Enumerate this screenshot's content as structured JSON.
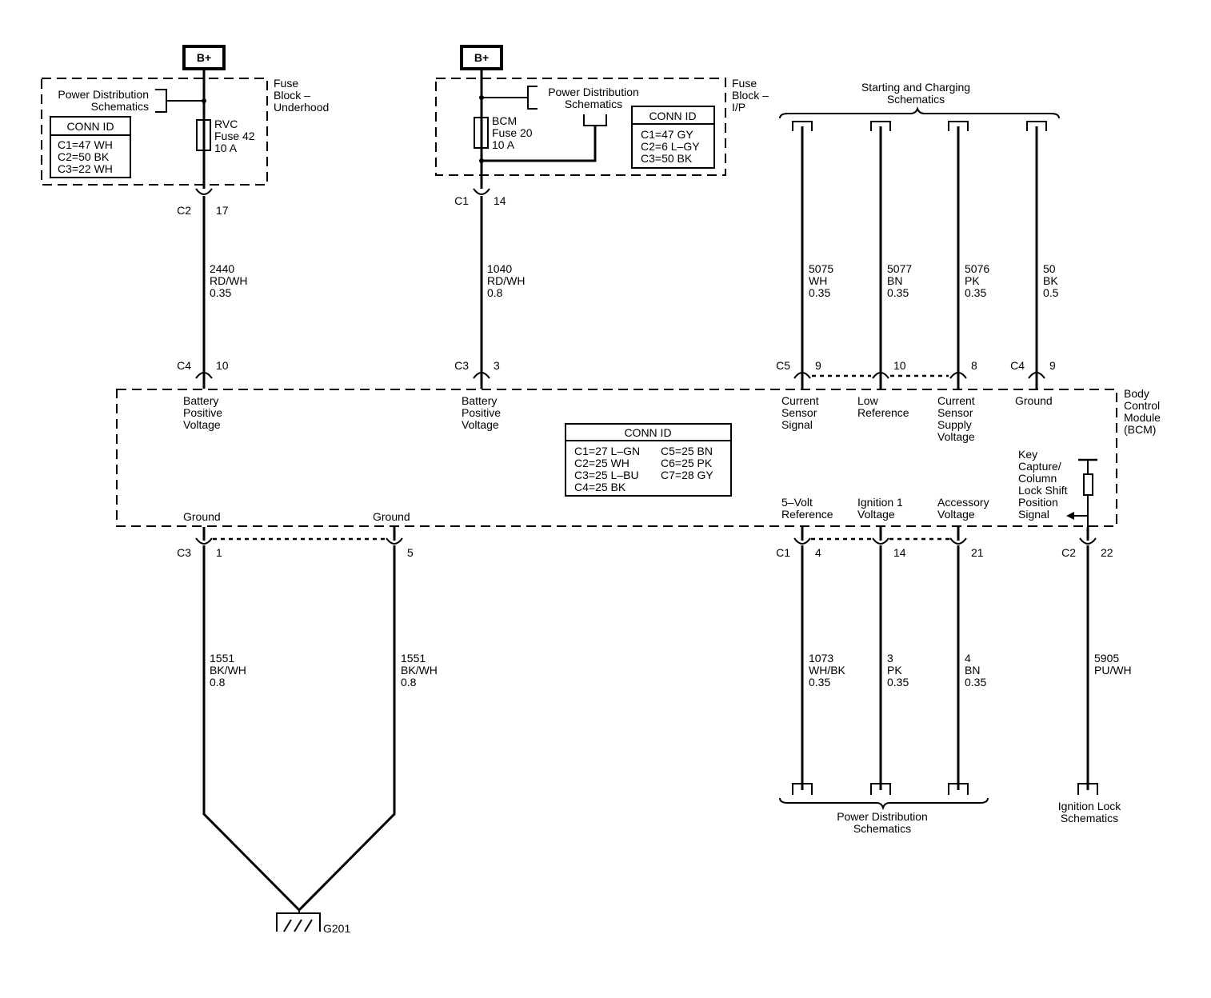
{
  "bplus": "B+",
  "fuse_block_underhood": {
    "label": [
      "Fuse",
      "Block –",
      "Underhood"
    ],
    "pd_schematics": [
      "Power Distribution",
      "Schematics"
    ],
    "conn_id_title": "CONN ID",
    "conn_ids": [
      "C1=47 WH",
      "C2=50 BK",
      "C3=22 WH"
    ],
    "fuse": [
      "RVC",
      "Fuse 42",
      "10 A"
    ]
  },
  "fuse_block_ip": {
    "label": [
      "Fuse",
      "Block –",
      "I/P"
    ],
    "pd_schematics": [
      "Power Distribution",
      "Schematics"
    ],
    "conn_id_title": "CONN ID",
    "conn_ids": [
      "C1=47 GY",
      "C2=6 L–GY",
      "C3=50 BK"
    ],
    "fuse": [
      "BCM",
      "Fuse 20",
      "10 A"
    ]
  },
  "starting_charging": [
    "Starting and Charging",
    "Schematics"
  ],
  "power_distribution_bottom": [
    "Power Distribution",
    "Schematics"
  ],
  "ignition_lock": [
    "Ignition Lock",
    "Schematics"
  ],
  "bcm": {
    "label": [
      "Body",
      "Control",
      "Module",
      "(BCM)"
    ],
    "conn_id_title": "CONN ID",
    "conn_ids_left": [
      "C1=27 L–GN",
      "C2=25 WH",
      "C3=25 L–BU",
      "C4=25 BK"
    ],
    "conn_ids_right": [
      "C5=25 BN",
      "C6=25 PK",
      "C7=28 GY"
    ],
    "pins_top": [
      {
        "name": [
          "Battery",
          "Positive",
          "Voltage"
        ]
      },
      {
        "name": [
          "Battery",
          "Positive",
          "Voltage"
        ]
      },
      {
        "name": [
          "Current",
          "Sensor",
          "Signal"
        ]
      },
      {
        "name": [
          "Low",
          "Reference"
        ]
      },
      {
        "name": [
          "Current",
          "Sensor",
          "Supply",
          "Voltage"
        ]
      },
      {
        "name": [
          "Ground"
        ]
      }
    ],
    "pins_bottom": [
      {
        "name": [
          "Ground"
        ]
      },
      {
        "name": [
          "Ground"
        ]
      },
      {
        "name": [
          "5–Volt",
          "Reference"
        ]
      },
      {
        "name": [
          "Ignition 1",
          "Voltage"
        ]
      },
      {
        "name": [
          "Accessory",
          "Voltage"
        ]
      },
      {
        "name": [
          "Key",
          "Capture/",
          "Column",
          "Lock Shift",
          "Position",
          "Signal"
        ]
      }
    ]
  },
  "connectors": {
    "fuse_uh_out": {
      "conn": "C2",
      "pin": "17"
    },
    "fuse_ip_out": {
      "conn": "C1",
      "pin": "14"
    },
    "bcm_top_1": {
      "conn": "C4",
      "pin": "10"
    },
    "bcm_top_2": {
      "conn": "C3",
      "pin": "3"
    },
    "bcm_top_3": {
      "conn": "C5",
      "pin": "9"
    },
    "bcm_top_4": {
      "conn": "",
      "pin": "10"
    },
    "bcm_top_5": {
      "conn": "",
      "pin": "8"
    },
    "bcm_top_6": {
      "conn": "C4",
      "pin": "9"
    },
    "bcm_bot_1": {
      "conn": "C3",
      "pin": "1"
    },
    "bcm_bot_2": {
      "conn": "",
      "pin": "5"
    },
    "bcm_bot_3": {
      "conn": "C1",
      "pin": "4"
    },
    "bcm_bot_4": {
      "conn": "",
      "pin": "14"
    },
    "bcm_bot_5": {
      "conn": "",
      "pin": "21"
    },
    "bcm_bot_6": {
      "conn": "C2",
      "pin": "22"
    }
  },
  "wires": {
    "w2440": [
      "2440",
      "RD/WH",
      "0.35"
    ],
    "w1040": [
      "1040",
      "RD/WH",
      "0.8"
    ],
    "w5075": [
      "5075",
      "WH",
      "0.35"
    ],
    "w5077": [
      "5077",
      "BN",
      "0.35"
    ],
    "w5076": [
      "5076",
      "PK",
      "0.35"
    ],
    "w50": [
      "50",
      "BK",
      "0.5"
    ],
    "w1551a": [
      "1551",
      "BK/WH",
      "0.8"
    ],
    "w1551b": [
      "1551",
      "BK/WH",
      "0.8"
    ],
    "w1073": [
      "1073",
      "WH/BK",
      "0.35"
    ],
    "w3": [
      "3",
      "PK",
      "0.35"
    ],
    "w4": [
      "4",
      "BN",
      "0.35"
    ],
    "w5905": [
      "5905",
      "PU/WH"
    ]
  },
  "ground": "G201"
}
